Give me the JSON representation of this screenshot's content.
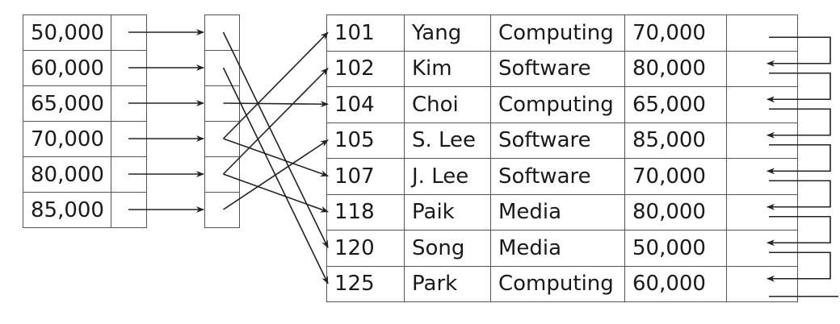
{
  "index": [
    {
      "value": "50,000"
    },
    {
      "value": "60,000"
    },
    {
      "value": "65,000"
    },
    {
      "value": "70,000"
    },
    {
      "value": "80,000"
    },
    {
      "value": "85,000"
    }
  ],
  "records": [
    {
      "id": "101",
      "name": "Yang",
      "dept": "Computing",
      "salary": "70,000"
    },
    {
      "id": "102",
      "name": "Kim",
      "dept": "Software",
      "salary": "80,000"
    },
    {
      "id": "104",
      "name": "Choi",
      "dept": "Computing",
      "salary": "65,000"
    },
    {
      "id": "105",
      "name": "S. Lee",
      "dept": "Software",
      "salary": "85,000"
    },
    {
      "id": "107",
      "name": "J. Lee",
      "dept": "Software",
      "salary": "70,000"
    },
    {
      "id": "118",
      "name": "Paik",
      "dept": "Media",
      "salary": "80,000"
    },
    {
      "id": "120",
      "name": "Song",
      "dept": "Media",
      "salary": "50,000"
    },
    {
      "id": "125",
      "name": "Park",
      "dept": "Computing",
      "salary": "60,000"
    }
  ],
  "bucket_links": [
    {
      "from_bucket": 0,
      "to_record": 6
    },
    {
      "from_bucket": 1,
      "to_record": 7
    },
    {
      "from_bucket": 2,
      "to_record": 2
    },
    {
      "from_bucket": 3,
      "to_record": 0
    },
    {
      "from_bucket": 3,
      "to_record": 4
    },
    {
      "from_bucket": 4,
      "to_record": 1
    },
    {
      "from_bucket": 4,
      "to_record": 5
    },
    {
      "from_bucket": 5,
      "to_record": 3
    }
  ]
}
